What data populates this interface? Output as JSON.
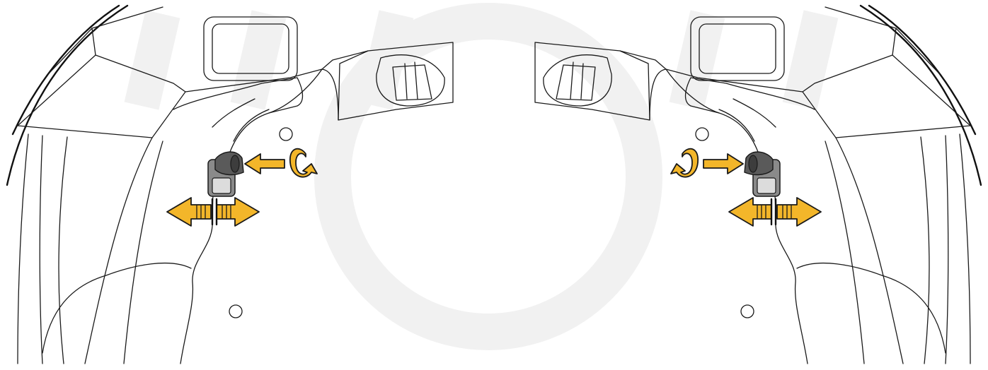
{
  "colors": {
    "background": "#ffffff",
    "line": "#1a1a1a",
    "accent": "#f3b62a",
    "knob": "#5a5a5a",
    "watermark": "#f1f1f1"
  },
  "figure": {
    "panels": [
      {
        "side": "left",
        "rotate_icon": "rotate-arrow-icon",
        "push_arrow": "push-arrow-right",
        "adjust_arrow": "double-arrow-horizontal"
      },
      {
        "side": "right",
        "rotate_icon": "rotate-arrow-icon",
        "push_arrow": "push-arrow-left",
        "adjust_arrow": "double-arrow-horizontal"
      }
    ]
  }
}
